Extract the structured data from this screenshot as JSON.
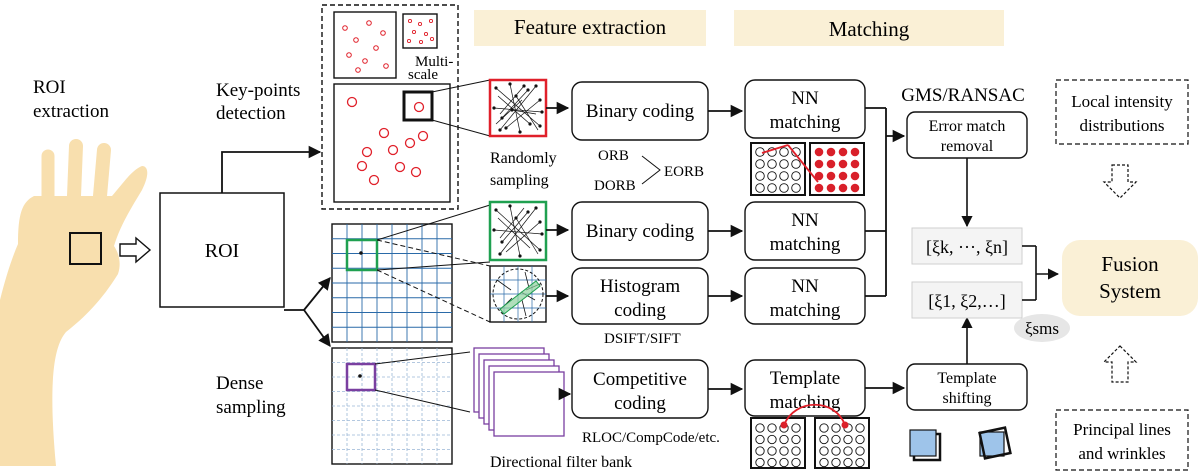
{
  "stages": {
    "feature_extraction": "Feature extraction",
    "matching": "Matching"
  },
  "left": {
    "roi_extraction": [
      "ROI",
      "extraction"
    ],
    "roi": "ROI"
  },
  "detection": {
    "keypoints": [
      "Key-points",
      "detection"
    ],
    "multiscale": [
      "Multi-",
      "scale"
    ],
    "dense": [
      "Dense",
      "sampling"
    ]
  },
  "coding": {
    "binary1": "Binary coding",
    "binary2": "Binary coding",
    "histogram": [
      "Histogram",
      "coding"
    ],
    "competitive": [
      "Competitive",
      "coding"
    ]
  },
  "sampling_labels": {
    "randomly": [
      "Randomly",
      "sampling"
    ],
    "orb": "ORB",
    "dorb": "DORB",
    "eorb": "EORB",
    "dsift": "DSIFT/SIFT",
    "rloc": "RLOC/CompCode/etc.",
    "filter_bank": "Directional filter bank"
  },
  "matching": {
    "nn1": [
      "NN",
      "matching"
    ],
    "nn2": [
      "NN",
      "matching"
    ],
    "nn3": [
      "NN",
      "matching"
    ],
    "template": [
      "Template",
      "matching"
    ]
  },
  "postprocess": {
    "gms": "GMS/RANSAC",
    "error": [
      "Error match",
      "removal"
    ],
    "shift": [
      "Template",
      "shifting"
    ]
  },
  "vectors": {
    "top": "[ξk, ···, ξn]",
    "bottom": "[ξ1, ξ2,…]",
    "sms": "ξsms"
  },
  "fusion": [
    "Fusion",
    "System"
  ],
  "notes": {
    "local": [
      "Local intensity",
      "distributions"
    ],
    "principal": [
      "Principal lines",
      "and wrinkles"
    ]
  },
  "colors": {
    "stage_banner": "#faf0d6",
    "red": "#e0202a",
    "green": "#1fa050",
    "grid_blue": "#2a6aa8",
    "purple": "#7a3fa0",
    "hand": "#f8dfae",
    "square_blue": "#9ec4ea"
  }
}
